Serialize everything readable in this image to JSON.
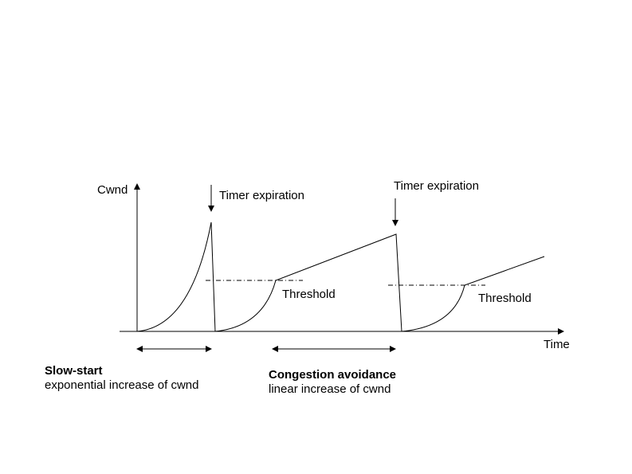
{
  "axes": {
    "y_label": "Cwnd",
    "x_label": "Time"
  },
  "annotations": {
    "timer_expiration_1": "Timer expiration",
    "timer_expiration_2": "Timer expiration",
    "threshold_1": "Threshold",
    "threshold_2": "Threshold"
  },
  "phases": {
    "slow_start": {
      "title": "Slow-start",
      "description": "exponential increase of cwnd"
    },
    "congestion_avoidance": {
      "title": "Congestion avoidance",
      "description": "linear increase of cwnd"
    }
  }
}
